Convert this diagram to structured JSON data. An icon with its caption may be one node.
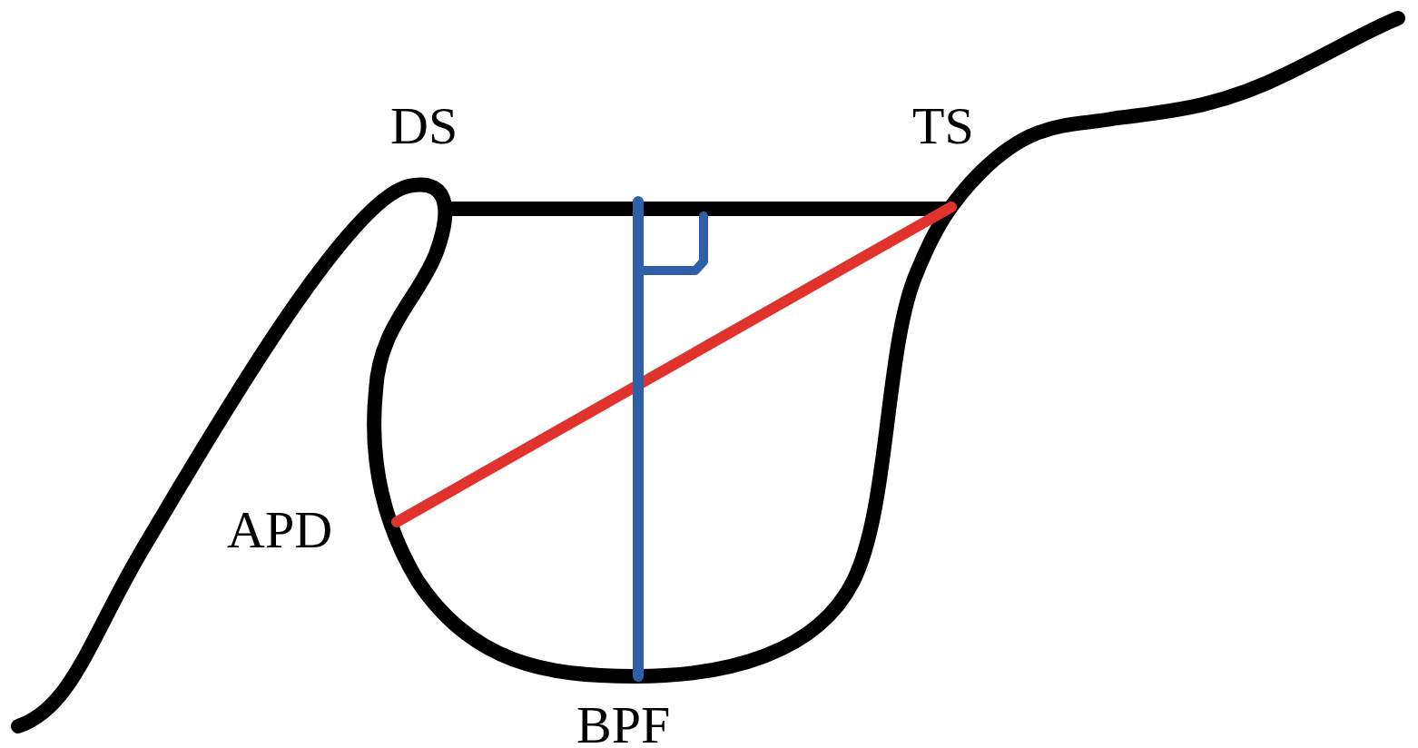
{
  "diagram": {
    "labels": [
      "DS",
      "TS",
      "APD",
      "BPF"
    ]
  }
}
